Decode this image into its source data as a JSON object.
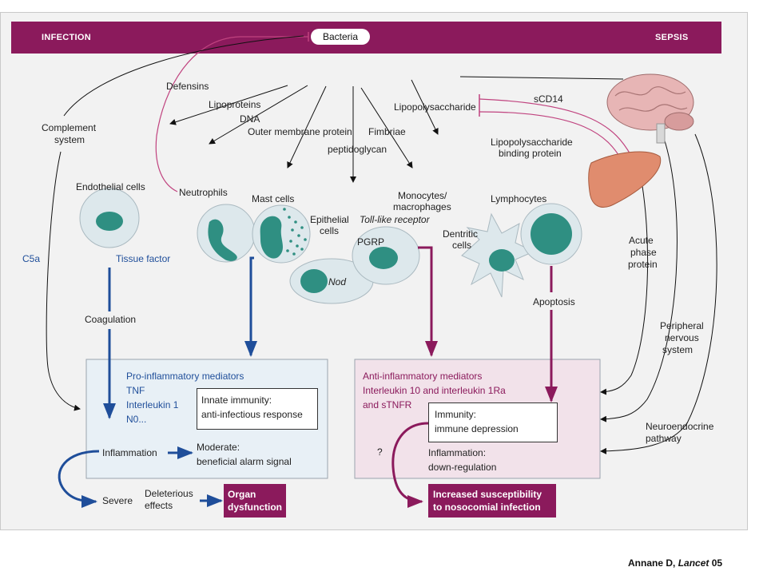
{
  "banner": {
    "left": "INFECTION",
    "center": "Bacteria",
    "right": "SEPSIS"
  },
  "bacterial_components": {
    "defensins": "Defensins",
    "lipoproteins": "Lipoproteins",
    "dna": "DNA",
    "outer_membrane_protein": "Outer membrane protein",
    "fimbriae": "Fimbriae",
    "peptidoglycan": "peptidoglycan",
    "lipopolysaccharide": "Lipopolysaccharide",
    "scd14": "sCD14",
    "lbp_line1": "Lipopolysaccharide",
    "lbp_line2": "binding protein"
  },
  "left_side": {
    "complement_line1": "Complement",
    "complement_line2": "system",
    "c5a": "C5a",
    "endothelial": "Endothelial cells",
    "tissue_factor": "Tissue factor",
    "coagulation": "Coagulation"
  },
  "cells": {
    "neutrophils": "Neutrophils",
    "mast_cells": "Mast cells",
    "epithelial_line1": "Epithelial",
    "epithelial_line2": "cells",
    "monocytes_line1": "Monocytes/",
    "monocytes_line2": "macrophages",
    "toll_like": "Toll-like receptor",
    "pgrp": "PGRP",
    "nod": "Nod",
    "lymphocytes": "Lymphocytes",
    "dendritic_line1": "Dentritic",
    "dendritic_line2": "cells",
    "apoptosis": "Apoptosis"
  },
  "right_side": {
    "acute_line1": "Acute",
    "acute_line2": "phase",
    "acute_line3": "protein",
    "pns_line1": "Peripheral",
    "pns_line2": "nervous",
    "pns_line3": "system",
    "neuro_line1": "Neuroendocrine",
    "neuro_line2": "pathway"
  },
  "pro_box": {
    "title": "Pro-inflammatory mediators",
    "m1": "TNF",
    "m2": "Interleukin 1",
    "m3": "N0...",
    "innate_line1": "Innate immunity:",
    "innate_line2": "anti-infectious response",
    "inflammation": "Inflammation",
    "moderate_line1": "Moderate:",
    "moderate_line2": "beneficial alarm signal",
    "severe": "Severe",
    "deleterious_line1": "Deleterious",
    "deleterious_line2": "effects",
    "organ_line1": "Organ",
    "organ_line2": "dysfunction"
  },
  "anti_box": {
    "title": "Anti-inflammatory mediators",
    "line2": "Interleukin 10 and interleukin 1Ra",
    "line3": "and sTNFR",
    "immunity_line1": "Immunity:",
    "immunity_line2": "immune depression",
    "inflammation_line1": "Inflammation:",
    "inflammation_line2": "down-regulation",
    "question": "?",
    "increased_line1": "Increased susceptibility",
    "increased_line2": "to nosocomial infection"
  },
  "citation": {
    "author": "Annane D,",
    "journal": "Lancet",
    "year": "05"
  },
  "colors": {
    "banner": "#8b1a5c",
    "blue": "#1f4e9a",
    "magenta": "#8b1a5c",
    "cell": "#dde8ec",
    "nucleus": "#2f8f82"
  }
}
